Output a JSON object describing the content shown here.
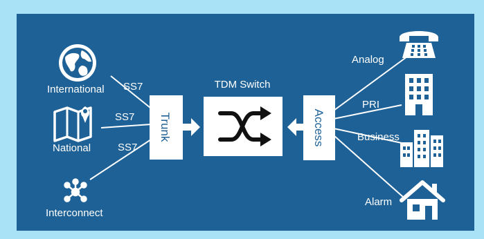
{
  "colors": {
    "frame": "#a9e2f6",
    "panel": "#1e6196",
    "foreground": "#ffffff",
    "glyph": "#111111"
  },
  "left_nodes": [
    {
      "label": "International",
      "icon": "globe-icon"
    },
    {
      "label": "National",
      "icon": "map-icon"
    },
    {
      "label": "Interconnect",
      "icon": "network-icon"
    }
  ],
  "left_links": [
    {
      "label": "SS7"
    },
    {
      "label": "SS7"
    },
    {
      "label": "SS7"
    }
  ],
  "trunk": {
    "label": "Trunk"
  },
  "switch": {
    "title": "TDM Switch",
    "icon": "crossed-arrows-icon"
  },
  "access": {
    "label": "Access"
  },
  "right_nodes": [
    {
      "label": "Analog",
      "icon": "telephone-icon"
    },
    {
      "label": "PRI",
      "icon": "office-building-icon"
    },
    {
      "label": "Business",
      "icon": "city-buildings-icon"
    },
    {
      "label": "Alarm",
      "icon": "house-icon"
    }
  ]
}
